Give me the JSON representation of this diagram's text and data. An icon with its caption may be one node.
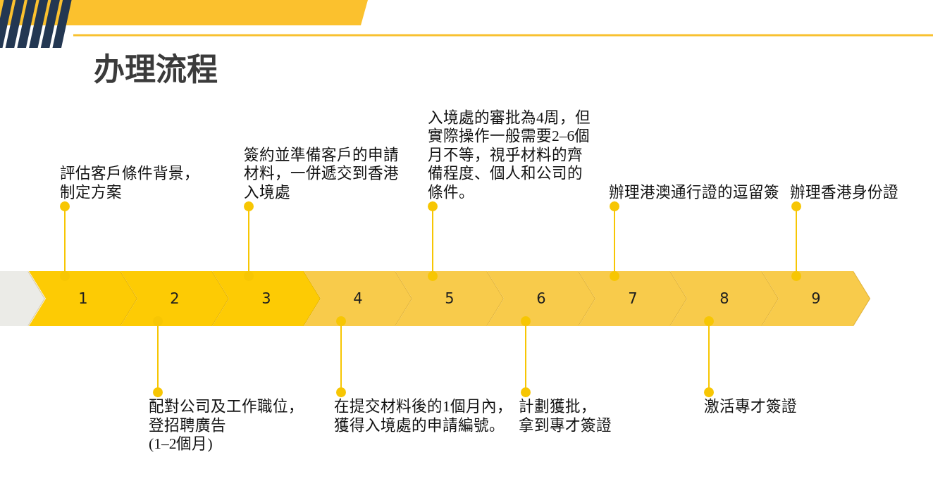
{
  "diagram": {
    "title": "办理流程",
    "nodes": [
      {
        "text": [],
        "shape": "chevron"
      },
      {
        "text": [
          "1"
        ]
      },
      {
        "text": [
          "2"
        ]
      },
      {
        "text": [
          "3"
        ]
      },
      {
        "text": [
          "4"
        ]
      },
      {
        "text": [
          "5"
        ]
      },
      {
        "text": [
          "6"
        ]
      },
      {
        "text": [
          "7"
        ]
      },
      {
        "text": [
          "8"
        ]
      },
      {
        "text": [
          "9"
        ]
      },
      {
        "text": [
          "評估客戶條件背景，制定方案"
        ]
      },
      {
        "text": [
          "配對公司及工作職位，登招聘廣告",
          "(1–2個月)"
        ]
      },
      {
        "text": [
          "簽約並準備客戶的申請材料，一併遞交到香港入境處"
        ]
      },
      {
        "text": [
          "在提交材料後的1個月內，獲得入境處的申請編號。"
        ]
      },
      {
        "text": [
          "入境處的審批為4周，但實際操作一般需要2–6個月不等，視乎材料的齊備程度、個人和公司的條件。"
        ]
      },
      {
        "text": [
          "計劃獲批，拿到專才簽證"
        ]
      },
      {
        "text": [
          "辦理港澳通行證的逗留簽"
        ]
      },
      {
        "text": [
          "激活專才簽證"
        ]
      },
      {
        "text": [
          "辦理香港身份證"
        ]
      }
    ],
    "edges": [
      {
        "from": 10,
        "to": 1,
        "arrow": "other"
      },
      {
        "from": 11,
        "to": 2,
        "arrow": "other"
      },
      {
        "from": 12,
        "to": 3,
        "arrow": "other"
      },
      {
        "from": 13,
        "to": 4,
        "arrow": "other"
      },
      {
        "from": 14,
        "to": 5,
        "arrow": "other"
      },
      {
        "from": 15,
        "to": 6,
        "arrow": "other"
      },
      {
        "from": 16,
        "to": 7,
        "arrow": "other"
      },
      {
        "from": 17,
        "to": 8,
        "arrow": "other"
      },
      {
        "from": 18,
        "to": 9,
        "arrow": "other"
      }
    ]
  }
}
